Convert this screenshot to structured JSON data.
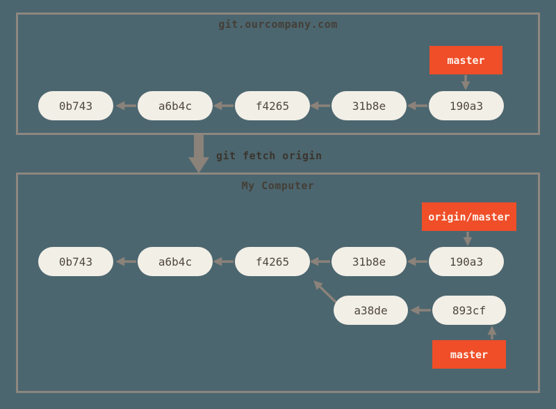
{
  "colors": {
    "background": "#4c666f",
    "box_border": "#8d8780",
    "node_fill": "#f2efe7",
    "node_text": "#4f473d",
    "badge_bg": "#ef4e28",
    "badge_text": "#fdf4ee",
    "arrow": "#8b827a",
    "title_text": "#443e37",
    "command_text": "#3a342d"
  },
  "remote_repo": {
    "title": "git.ourcompany.com",
    "branch_badge": "master",
    "commits": [
      "0b743",
      "a6b4c",
      "f4265",
      "31b8e",
      "190a3"
    ]
  },
  "fetch": {
    "command": "git fetch origin"
  },
  "local_repo": {
    "title": "My Computer",
    "remote_branch_badge": "origin/master",
    "branch_badge": "master",
    "commits": [
      "0b743",
      "a6b4c",
      "f4265",
      "31b8e",
      "190a3"
    ],
    "branch_commits": [
      "a38de",
      "893cf"
    ]
  }
}
